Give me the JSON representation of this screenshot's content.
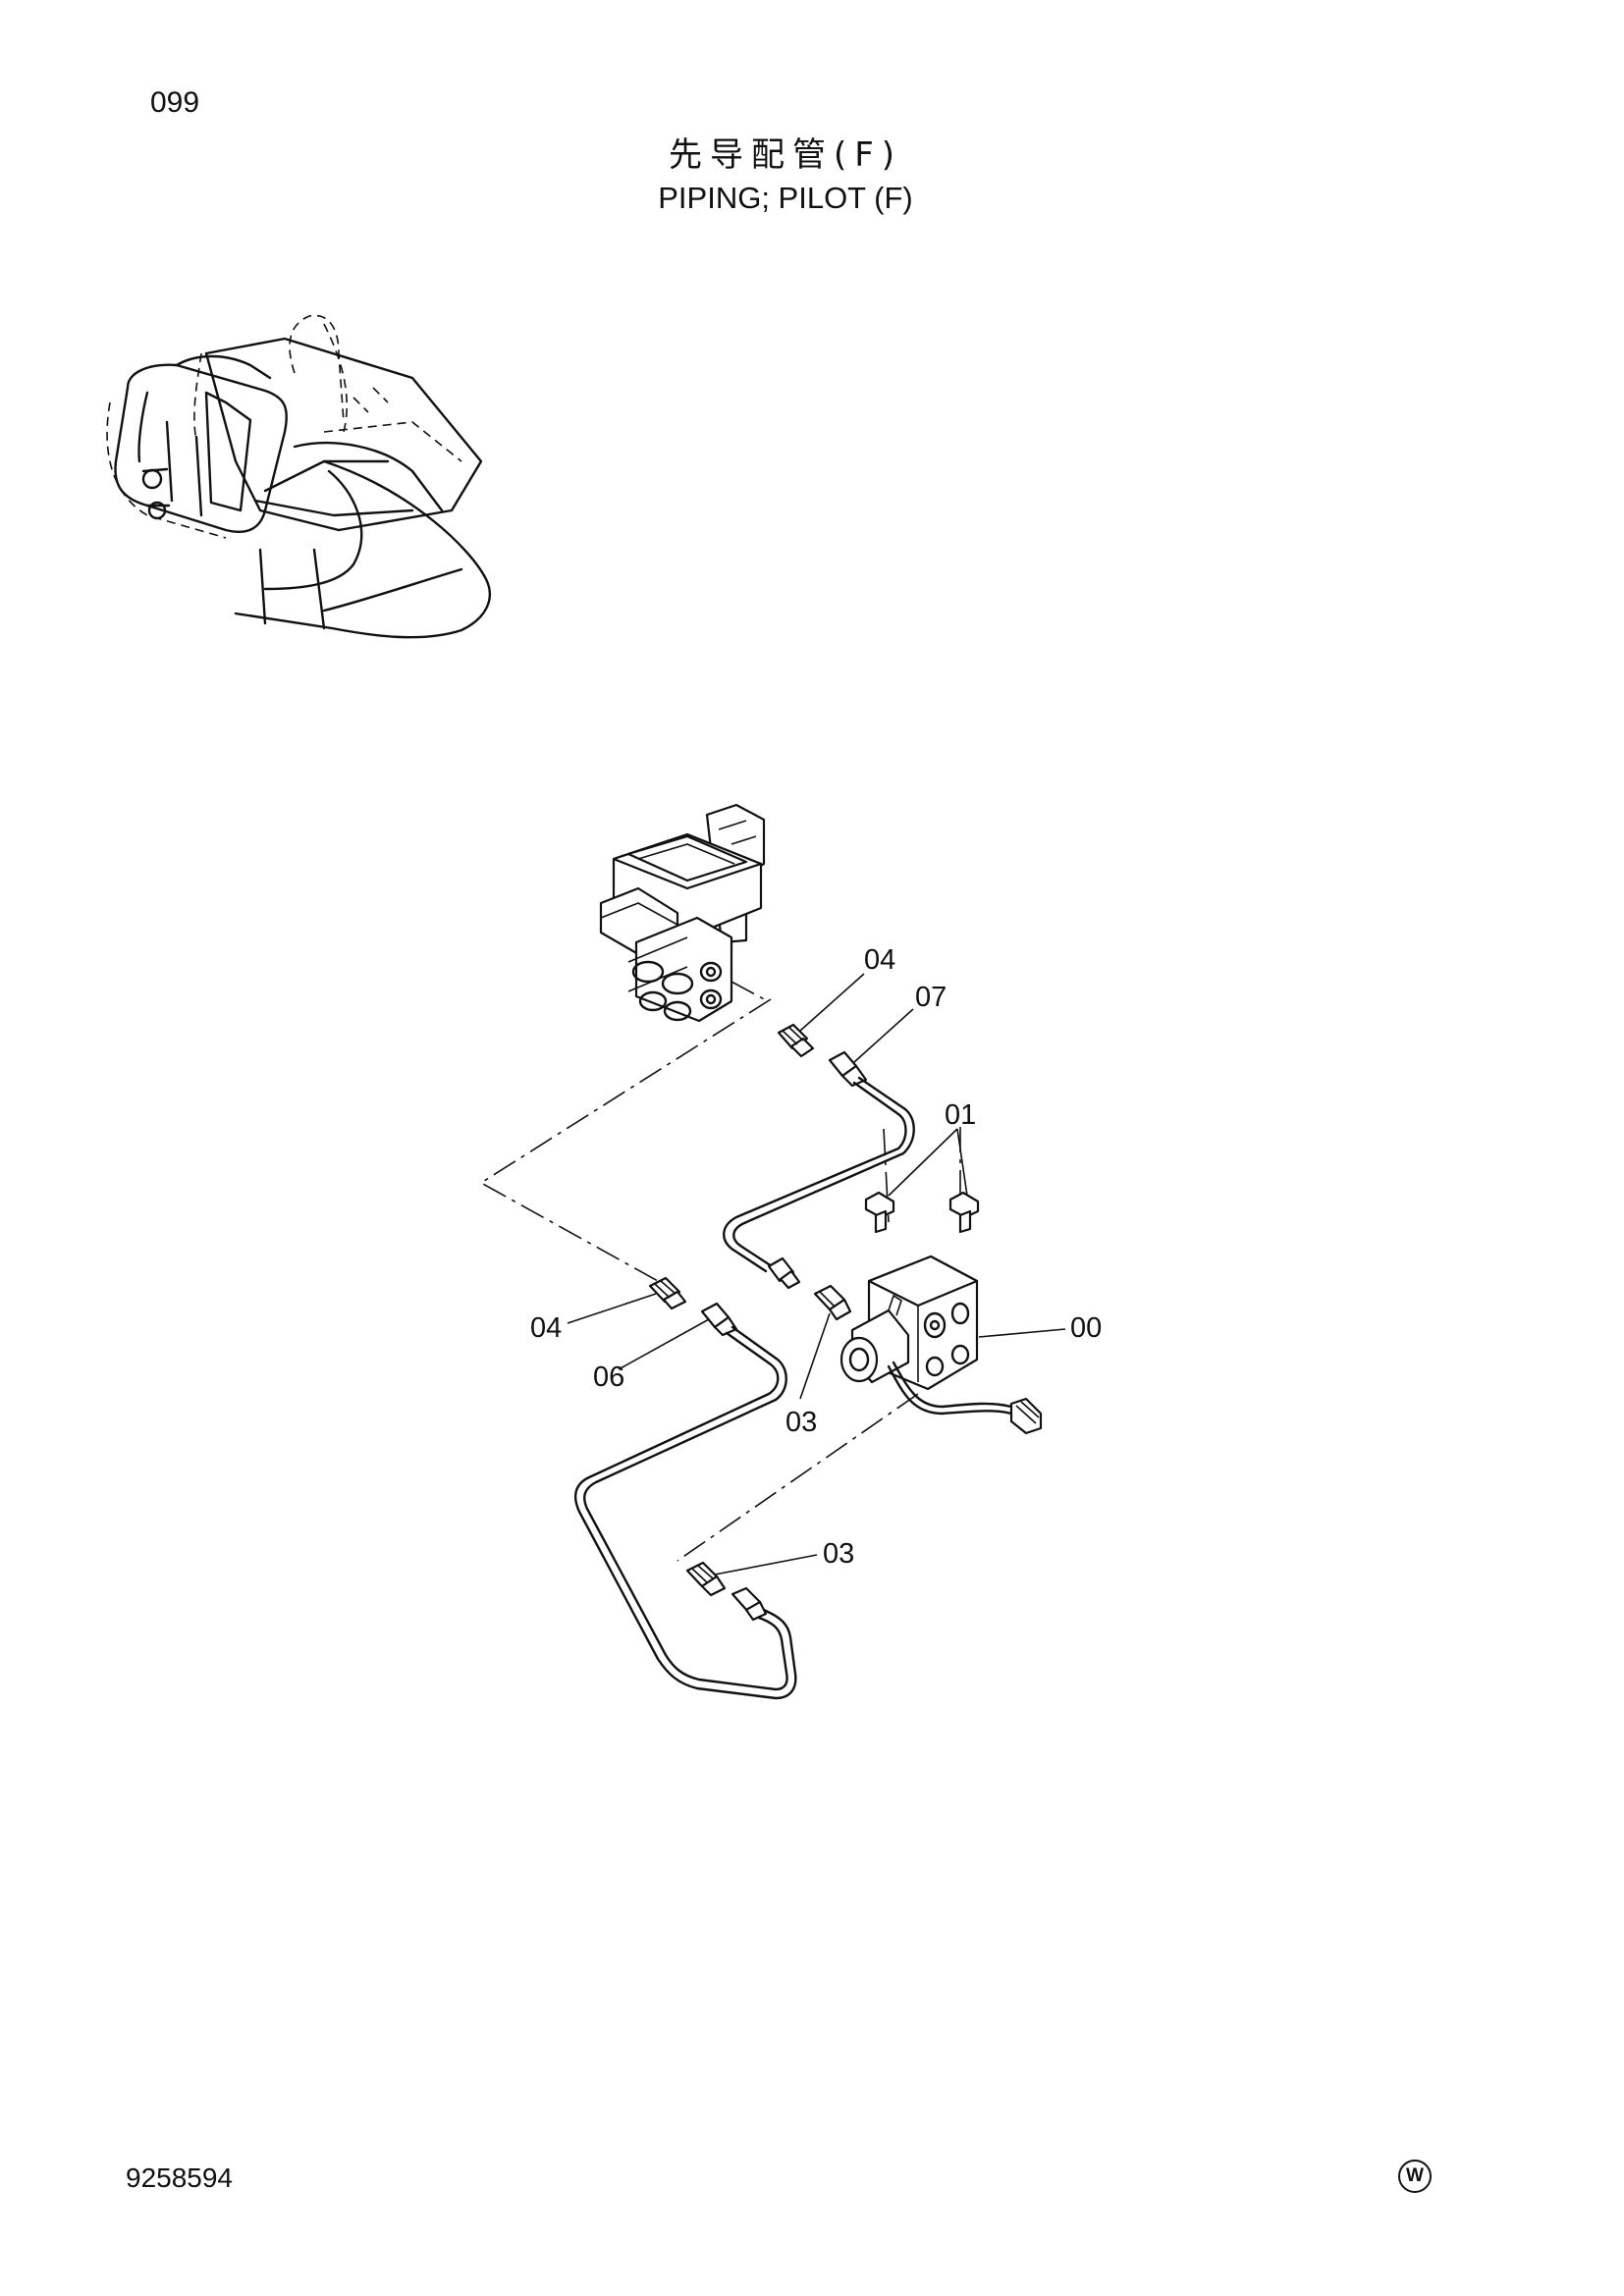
{
  "header": {
    "page_number": "099",
    "title_cn": "先导配管(F)",
    "title_en": "PIPING; PILOT (F)"
  },
  "footer": {
    "document_number": "9258594",
    "mark": "W"
  },
  "callouts": {
    "c04_top": "04",
    "c07": "07",
    "c01": "01",
    "c00": "00",
    "c04_left": "04",
    "c06": "06",
    "c03_mid": "03",
    "c03_bottom": "03"
  }
}
